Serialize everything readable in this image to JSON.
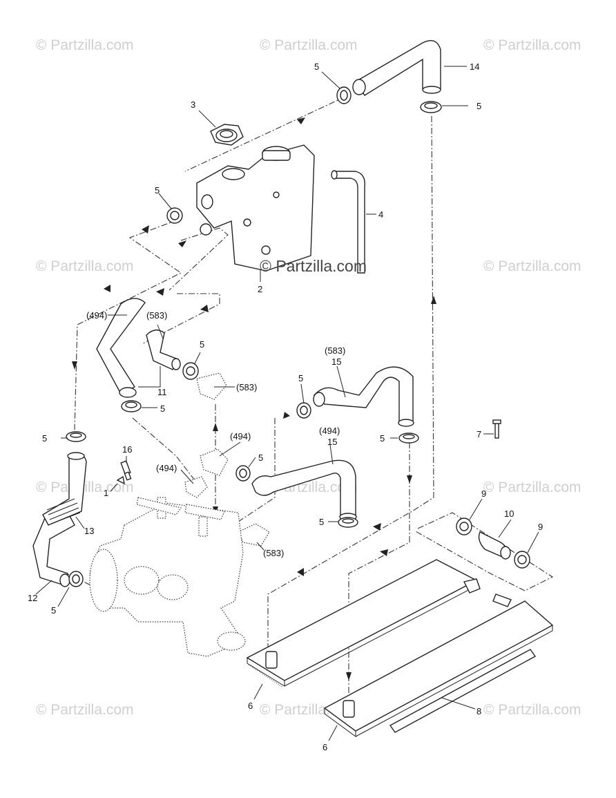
{
  "watermark": "© Partzilla.com",
  "watermark_center": "© Partzilla.com",
  "callouts": {
    "c14": "14",
    "c5a": "5",
    "c5b": "5",
    "c3": "3",
    "c4": "4",
    "c5c": "5",
    "c2": "2",
    "c494a": "(494)",
    "c583a": "(583)",
    "c5d": "5",
    "c583b": "(583)",
    "c11": "11",
    "c5e": "5",
    "c583c": "(583)",
    "c15a": "15",
    "c5f": "5",
    "c5g": "5",
    "c7": "7",
    "c494b": "(494)",
    "c15b": "15",
    "c494c": "(494)",
    "c5h": "5",
    "c16": "16",
    "c494d": "(494)",
    "c1": "1",
    "c5i": "5",
    "c13": "13",
    "c5j": "5",
    "c583d": "(583)",
    "c9a": "9",
    "c10": "10",
    "c9b": "9",
    "c12": "12",
    "c5k": "5",
    "c6a": "6",
    "c8": "8",
    "c6b": "6"
  }
}
